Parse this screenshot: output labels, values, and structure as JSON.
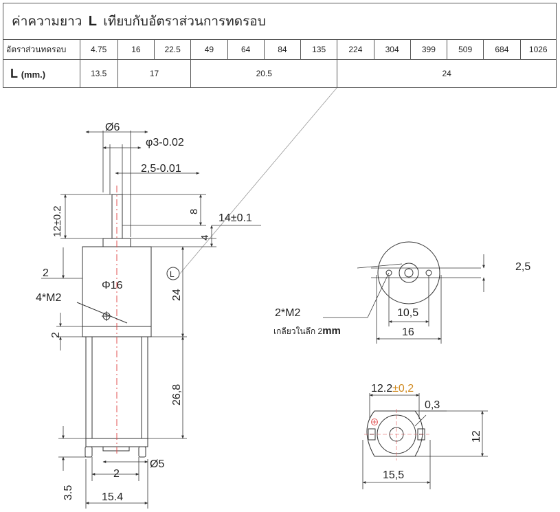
{
  "table": {
    "title_prefix": "ค่าความยาว",
    "title_L": "L",
    "title_suffix": "เทียบกับอัตราส่วนการทดรอบ",
    "ratio_label": "อัตราส่วนทดรอบ",
    "ratios": [
      "4.75",
      "16",
      "22.5",
      "49",
      "64",
      "84",
      "135",
      "224",
      "304",
      "399",
      "509",
      "684",
      "1026"
    ],
    "length_label": "L",
    "length_unit": "(mm.)",
    "lengths": [
      {
        "value": "13.5",
        "span": 1
      },
      {
        "value": "17",
        "span": 2
      },
      {
        "value": "20.5",
        "span": 4
      },
      {
        "value": "24",
        "span": 6
      }
    ]
  },
  "side_view": {
    "shaft_dia": "Ø6",
    "shaft_tol": "φ3-0.02",
    "flat": "2,5-0.01",
    "shaft_len": "12±0.2",
    "flat_len": "8",
    "boss": "4",
    "gearbox_len": "14±0.1",
    "gearbox_dia": "Φ16",
    "L_marker": "L",
    "gearbox_L": "24",
    "screws": "4*M2",
    "flange": "2",
    "motor_len": "26,8",
    "left_dim": "2",
    "terminal_dia": "Ø5",
    "terminal_gap": "2",
    "terminal_len": "3.5",
    "motor_width": "15.4"
  },
  "front_view": {
    "flat": "2,5",
    "hole_spacing": "10,5",
    "diameter": "16",
    "screws": "2*M2",
    "thread_depth_text": "เกลียวในลึก 2",
    "thread_depth_unit": "mm"
  },
  "rear_view": {
    "width_value": "12.2",
    "width_tol": "±0,2",
    "gap": "0,3",
    "height": "12",
    "full_width": "15,5"
  },
  "colors": {
    "line": "#333333",
    "center": "#e05050",
    "tolerance": "#d08a20"
  }
}
